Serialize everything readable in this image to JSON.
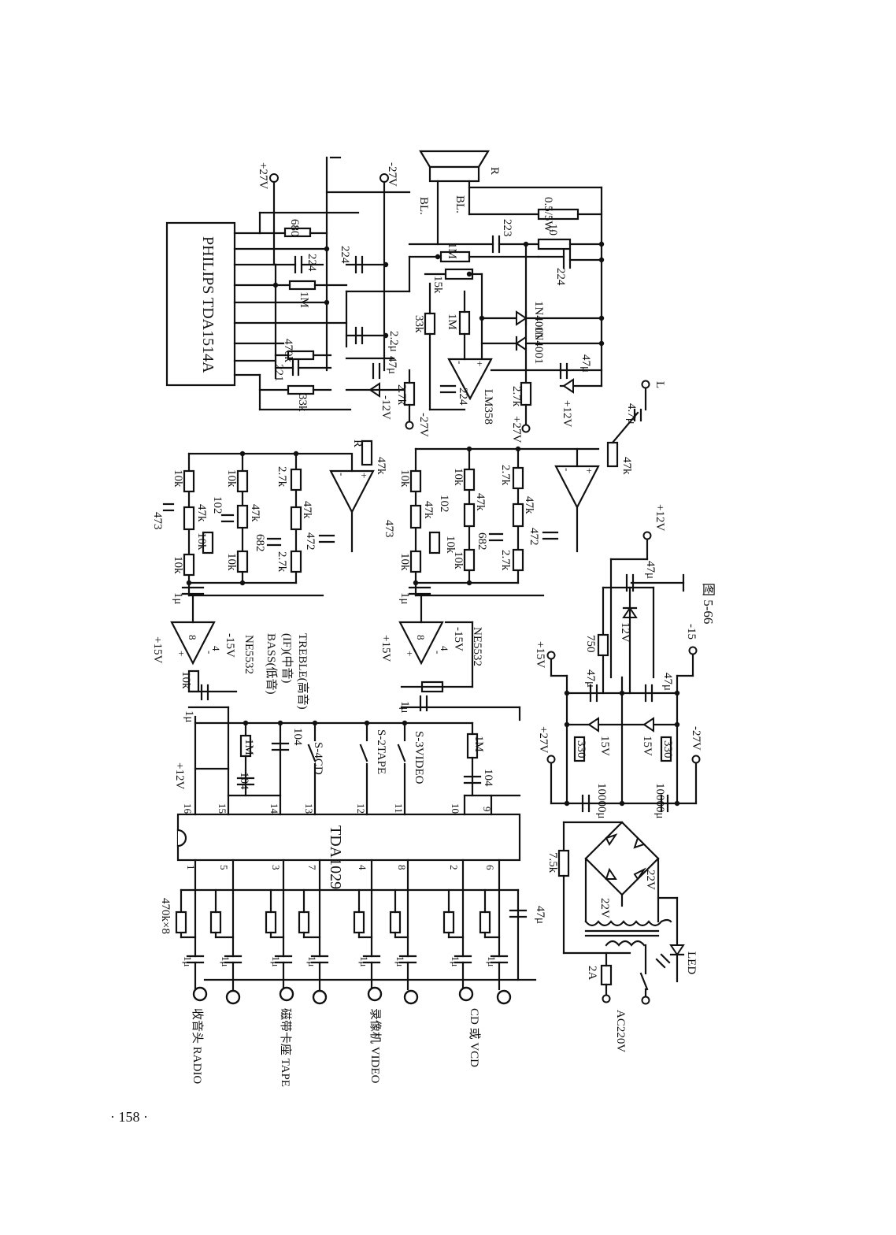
{
  "figure": {
    "label": "图 5-66",
    "page_number": "· 158 ·"
  },
  "chips": {
    "power_amp": "PHILIPS TDA1514A",
    "selector": "TDA1029",
    "tone_opamp": "NE5532",
    "servo_opamp": "LM358"
  },
  "tda1029_pins": [
    "16",
    "15",
    "14",
    "13",
    "12",
    "11",
    "10",
    "9",
    "1",
    "5",
    "3",
    "7",
    "4",
    "8",
    "2",
    "6"
  ],
  "switches": [
    "S-4CD",
    "S-2TAPE",
    "S-3VIDEO"
  ],
  "inputs": [
    "收音头 RADIO",
    "磁带卡座 TAPE",
    "录像机 VIDEO",
    "CD 或 VCD"
  ],
  "tone_labels": [
    "BASS(低音)",
    "(IF)(中音)",
    "TREBLE(高音)"
  ],
  "power_rails": [
    "+27V",
    "-27V",
    "+15V",
    "-15V",
    "+12V",
    "-12V",
    "AC220V",
    "2A",
    "LED"
  ],
  "component_values": [
    "680",
    "224",
    "224",
    "1M",
    "470k",
    "221",
    "33k",
    "2.2μ",
    "47μ",
    "2.7k",
    "2.7k",
    "1M",
    "223",
    "10",
    "224",
    "15k",
    "33k",
    "1M",
    "224",
    "47μ",
    "1N4001",
    "1N4001",
    "0.5/5W",
    "BL",
    "BL",
    "R",
    "L",
    "R",
    "4.7μ",
    "47k",
    "47k",
    "10k",
    "10k",
    "10k",
    "10k",
    "473",
    "47k",
    "102",
    "47k",
    "682",
    "2.7k",
    "2.7k",
    "47k",
    "472",
    "1μ",
    "1μ",
    "10k",
    "1M",
    "104",
    "104",
    "1M",
    "104",
    "470k×8",
    "1μ",
    "47μ",
    "750",
    "12V",
    "47μ",
    "47μ",
    "47μ",
    "330",
    "330",
    "15V",
    "15V",
    "10000μ",
    "10000μ",
    "7.5k",
    "22V",
    "22V"
  ]
}
